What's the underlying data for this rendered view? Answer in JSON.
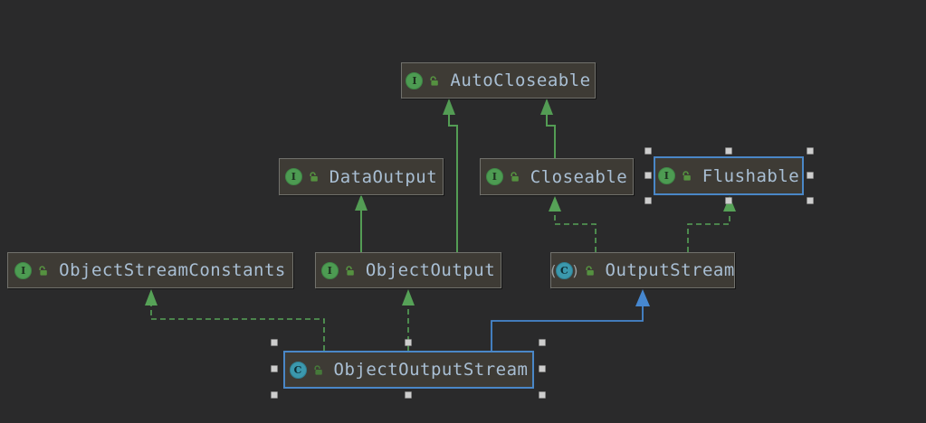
{
  "diagram": {
    "nodes": [
      {
        "id": "AutoCloseable",
        "label": "AutoCloseable",
        "kind": "interface",
        "selected": false
      },
      {
        "id": "DataOutput",
        "label": "DataOutput",
        "kind": "interface",
        "selected": false
      },
      {
        "id": "Closeable",
        "label": "Closeable",
        "kind": "interface",
        "selected": false
      },
      {
        "id": "Flushable",
        "label": "Flushable",
        "kind": "interface",
        "selected": true
      },
      {
        "id": "ObjectStreamConstants",
        "label": "ObjectStreamConstants",
        "kind": "interface",
        "selected": false
      },
      {
        "id": "ObjectOutput",
        "label": "ObjectOutput",
        "kind": "interface",
        "selected": false
      },
      {
        "id": "OutputStream",
        "label": "OutputStream",
        "kind": "abstract-class",
        "selected": false
      },
      {
        "id": "ObjectOutputStream",
        "label": "ObjectOutputStream",
        "kind": "class",
        "selected": true
      }
    ],
    "edges": [
      {
        "from": "ObjectOutput",
        "to": "DataOutput",
        "relation": "extends",
        "style": "solid-green"
      },
      {
        "from": "ObjectOutput",
        "to": "AutoCloseable",
        "relation": "extends",
        "style": "solid-green"
      },
      {
        "from": "Closeable",
        "to": "AutoCloseable",
        "relation": "extends",
        "style": "solid-green"
      },
      {
        "from": "OutputStream",
        "to": "Closeable",
        "relation": "implements",
        "style": "dashed-green"
      },
      {
        "from": "OutputStream",
        "to": "Flushable",
        "relation": "implements",
        "style": "dashed-green"
      },
      {
        "from": "ObjectOutputStream",
        "to": "ObjectStreamConstants",
        "relation": "implements",
        "style": "dashed-green"
      },
      {
        "from": "ObjectOutputStream",
        "to": "ObjectOutput",
        "relation": "implements",
        "style": "dashed-green"
      },
      {
        "from": "ObjectOutputStream",
        "to": "OutputStream",
        "relation": "extends",
        "style": "solid-blue"
      }
    ],
    "glyphs": {
      "interface_letter": "I",
      "class_letter": "C",
      "abstract_paren_open": "(",
      "abstract_paren_close": ")"
    },
    "colors": {
      "canvas_bg": "#2a2a2b",
      "node_fill": "#3e3b35",
      "node_border": "#71716c",
      "selection_blue": "#4a87c7",
      "inheritance_green": "#539c54",
      "extends_blue": "#4687cf",
      "label_color": "#a9bfd4",
      "interface_icon_green": "#4d9b52",
      "class_icon_teal": "#3b98ad",
      "lock_icon_green": "#559140",
      "handle_grey": "#cdcdcd"
    }
  }
}
